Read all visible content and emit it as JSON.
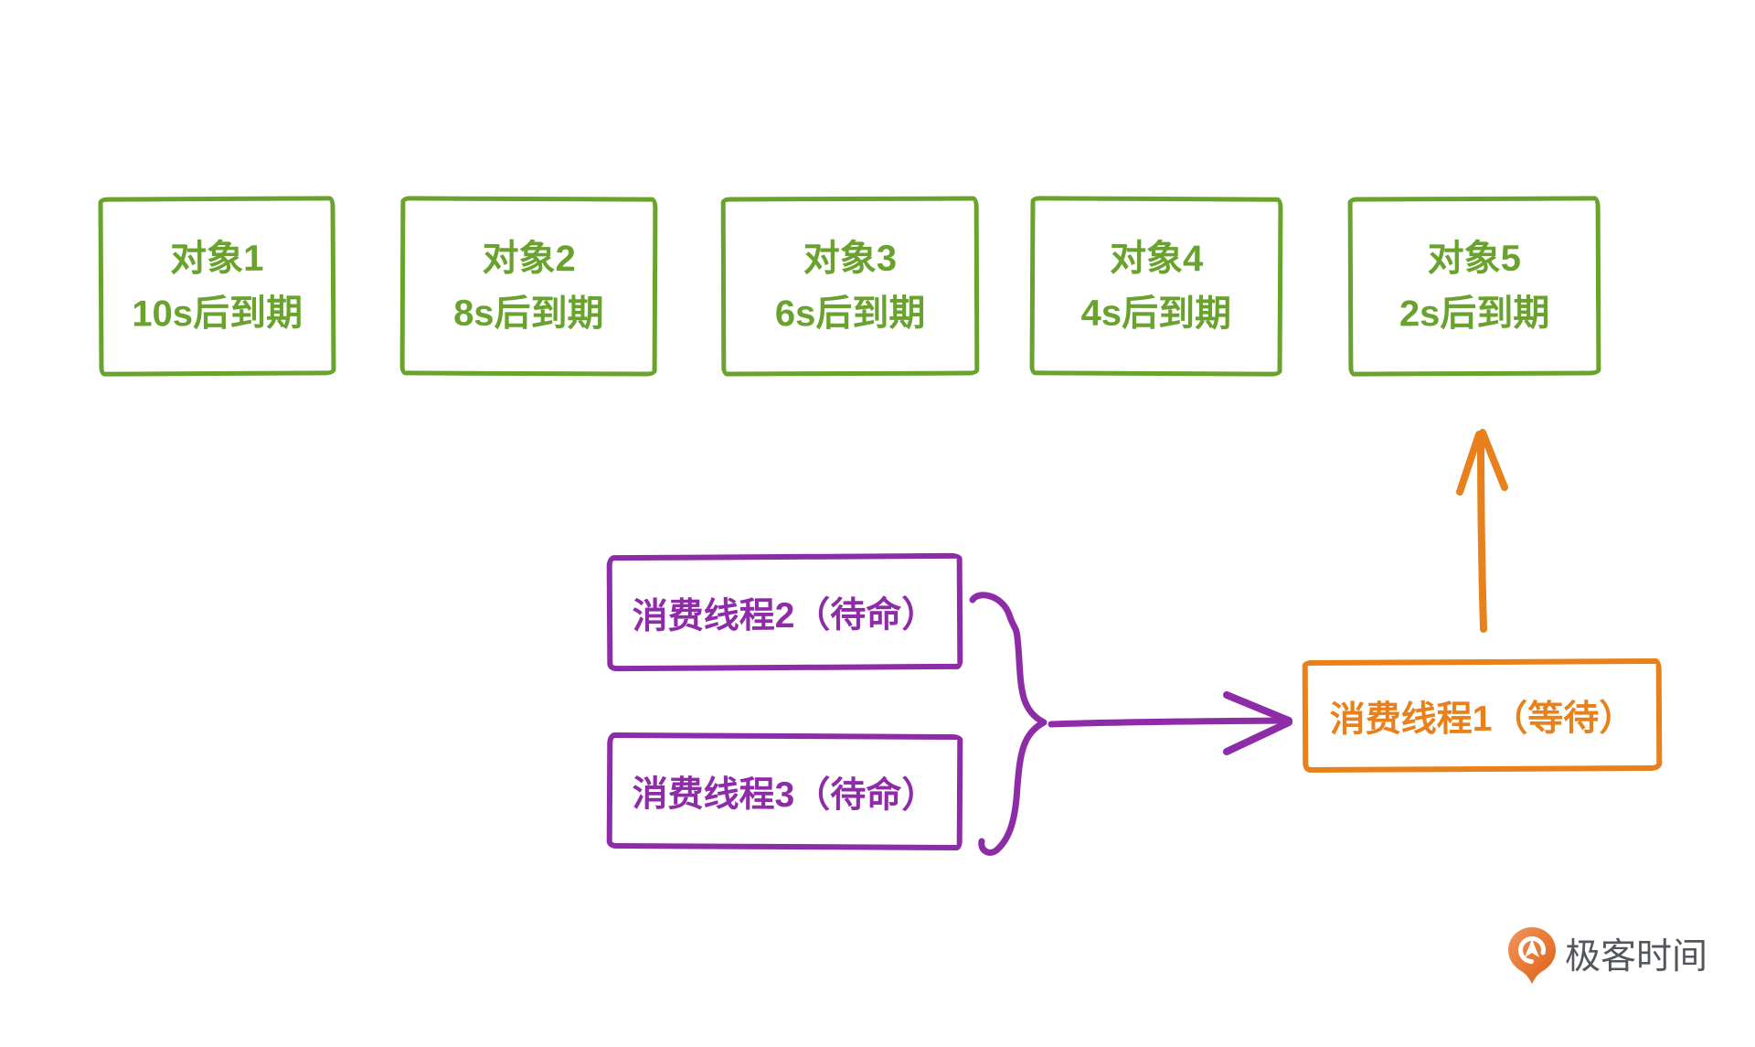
{
  "colors": {
    "green": "#69a22d",
    "purple": "#8e2ca7",
    "orange": "#e8811c",
    "logo_gray": "#53575c",
    "bg": "#ffffff",
    "logo_gradient_light": "#f0965b",
    "logo_gradient_dark": "#df5f17"
  },
  "objects": [
    {
      "title": "对象1",
      "expiry": "10s后到期"
    },
    {
      "title": "对象2",
      "expiry": "8s后到期"
    },
    {
      "title": "对象3",
      "expiry": "6s后到期"
    },
    {
      "title": "对象4",
      "expiry": "4s后到期"
    },
    {
      "title": "对象5",
      "expiry": "2s后到期"
    }
  ],
  "threads": {
    "standby": [
      {
        "label": "消费线程2（待命）"
      },
      {
        "label": "消费线程3（待命）"
      }
    ],
    "waiting": {
      "label": "消费线程1（等待）"
    }
  },
  "branding": {
    "logo_text": "极客时间"
  }
}
